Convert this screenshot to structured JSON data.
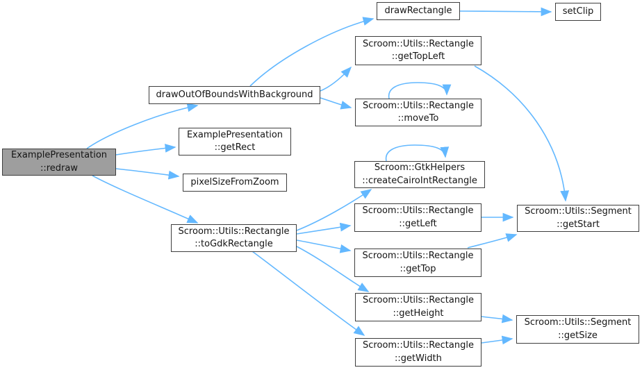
{
  "diagram": {
    "type": "call-graph",
    "root": "ExamplePresentation::redraw",
    "colors": {
      "background": "#ffffff",
      "edge": "#63b8ff",
      "node_border": "#3d3d3d",
      "node_fill": "#ffffff",
      "highlight_fill": "#9e9e9e",
      "text": "#141414"
    },
    "nodes": [
      {
        "id": "redraw",
        "lines": [
          "ExamplePresentation",
          "::redraw"
        ],
        "highlight": true
      },
      {
        "id": "drawOutOfBoundsWithBackground",
        "lines": [
          "drawOutOfBoundsWithBackground"
        ],
        "highlight": false
      },
      {
        "id": "getRect",
        "lines": [
          "ExamplePresentation",
          "::getRect"
        ],
        "highlight": false
      },
      {
        "id": "pixelSizeFromZoom",
        "lines": [
          "pixelSizeFromZoom"
        ],
        "highlight": false
      },
      {
        "id": "toGdkRectangle",
        "lines": [
          "Scroom::Utils::Rectangle",
          "::toGdkRectangle"
        ],
        "highlight": false
      },
      {
        "id": "drawRectangle",
        "lines": [
          "drawRectangle"
        ],
        "highlight": false
      },
      {
        "id": "setClip",
        "lines": [
          "setClip"
        ],
        "highlight": false
      },
      {
        "id": "getTopLeft",
        "lines": [
          "Scroom::Utils::Rectangle",
          "::getTopLeft"
        ],
        "highlight": false
      },
      {
        "id": "moveTo",
        "lines": [
          "Scroom::Utils::Rectangle",
          "::moveTo"
        ],
        "highlight": false
      },
      {
        "id": "createCairoIntRectangle",
        "lines": [
          "Scroom::GtkHelpers",
          "::createCairoIntRectangle"
        ],
        "highlight": false
      },
      {
        "id": "getLeft",
        "lines": [
          "Scroom::Utils::Rectangle",
          "::getLeft"
        ],
        "highlight": false
      },
      {
        "id": "getTop",
        "lines": [
          "Scroom::Utils::Rectangle",
          "::getTop"
        ],
        "highlight": false
      },
      {
        "id": "getHeight",
        "lines": [
          "Scroom::Utils::Rectangle",
          "::getHeight"
        ],
        "highlight": false
      },
      {
        "id": "getWidth",
        "lines": [
          "Scroom::Utils::Rectangle",
          "::getWidth"
        ],
        "highlight": false
      },
      {
        "id": "getStart",
        "lines": [
          "Scroom::Utils::Segment",
          "::getStart"
        ],
        "highlight": false
      },
      {
        "id": "getSize",
        "lines": [
          "Scroom::Utils::Segment",
          "::getSize"
        ],
        "highlight": false
      }
    ],
    "edges": [
      {
        "from": "redraw",
        "to": "drawOutOfBoundsWithBackground"
      },
      {
        "from": "redraw",
        "to": "getRect"
      },
      {
        "from": "redraw",
        "to": "pixelSizeFromZoom"
      },
      {
        "from": "redraw",
        "to": "toGdkRectangle"
      },
      {
        "from": "drawOutOfBoundsWithBackground",
        "to": "drawRectangle"
      },
      {
        "from": "drawOutOfBoundsWithBackground",
        "to": "getTopLeft"
      },
      {
        "from": "drawOutOfBoundsWithBackground",
        "to": "moveTo"
      },
      {
        "from": "drawRectangle",
        "to": "setClip"
      },
      {
        "from": "getTopLeft",
        "to": "getStart"
      },
      {
        "from": "moveTo",
        "to": "moveTo"
      },
      {
        "from": "toGdkRectangle",
        "to": "createCairoIntRectangle"
      },
      {
        "from": "toGdkRectangle",
        "to": "getLeft"
      },
      {
        "from": "toGdkRectangle",
        "to": "getTop"
      },
      {
        "from": "toGdkRectangle",
        "to": "getHeight"
      },
      {
        "from": "toGdkRectangle",
        "to": "getWidth"
      },
      {
        "from": "createCairoIntRectangle",
        "to": "createCairoIntRectangle"
      },
      {
        "from": "getLeft",
        "to": "getStart"
      },
      {
        "from": "getTop",
        "to": "getStart"
      },
      {
        "from": "getHeight",
        "to": "getSize"
      },
      {
        "from": "getWidth",
        "to": "getSize"
      }
    ]
  }
}
